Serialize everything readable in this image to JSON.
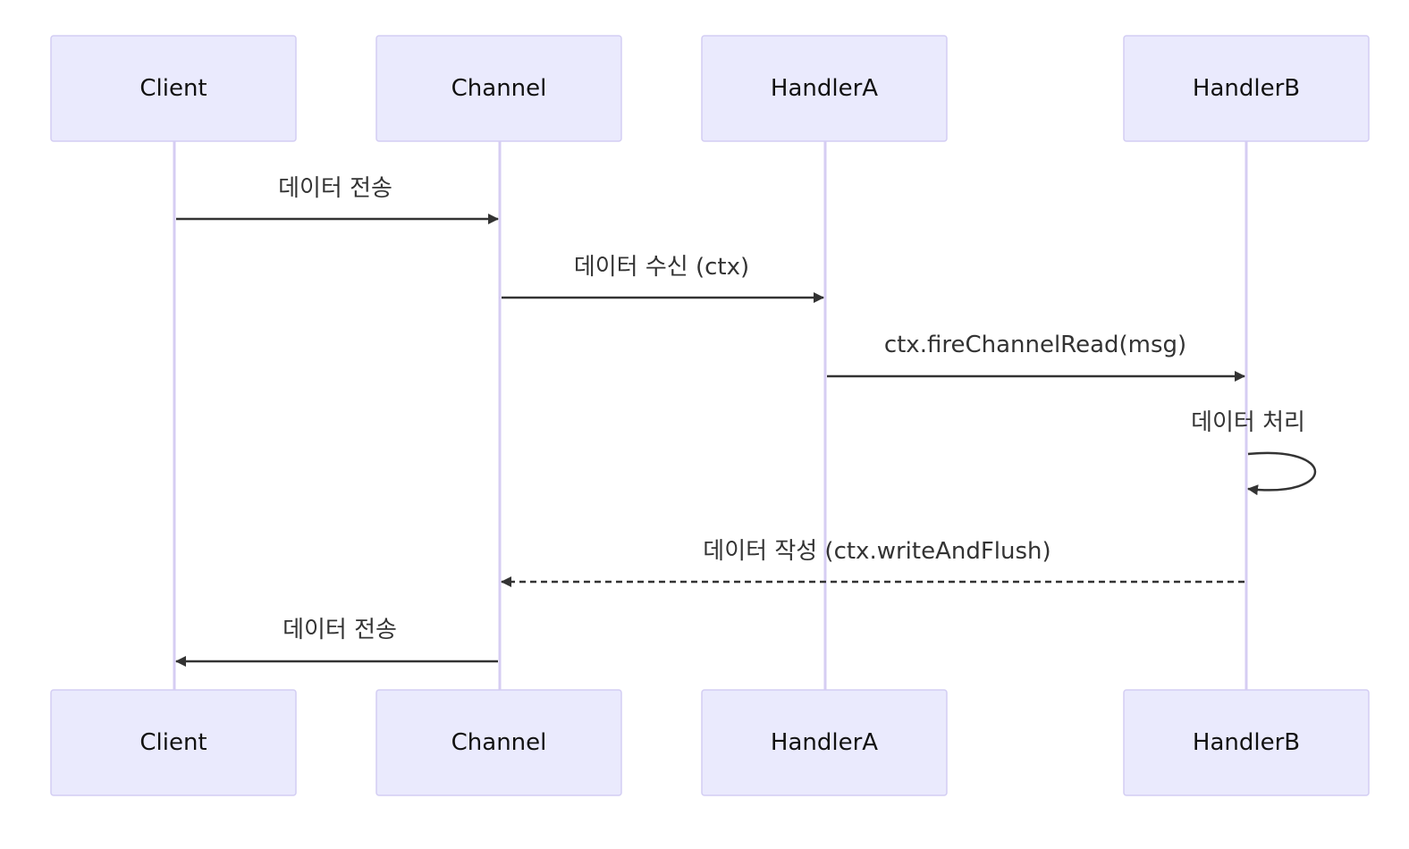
{
  "participants": [
    {
      "id": "client",
      "label": "Client"
    },
    {
      "id": "channel",
      "label": "Channel"
    },
    {
      "id": "handlerA",
      "label": "HandlerA"
    },
    {
      "id": "handlerB",
      "label": "HandlerB"
    }
  ],
  "messages": [
    {
      "from": "client",
      "to": "channel",
      "label": "데이터 전송",
      "style": "solid"
    },
    {
      "from": "channel",
      "to": "handlerA",
      "label": "데이터 수신 (ctx)",
      "style": "solid"
    },
    {
      "from": "handlerA",
      "to": "handlerB",
      "label": "ctx.fireChannelRead(msg)",
      "style": "solid"
    },
    {
      "from": "handlerB",
      "to": "handlerB",
      "label": "데이터 처리",
      "style": "solid"
    },
    {
      "from": "handlerB",
      "to": "channel",
      "label": "데이터 작성 (ctx.writeAndFlush)",
      "style": "dashed"
    },
    {
      "from": "channel",
      "to": "client",
      "label": "데이터 전송",
      "style": "solid"
    }
  ]
}
